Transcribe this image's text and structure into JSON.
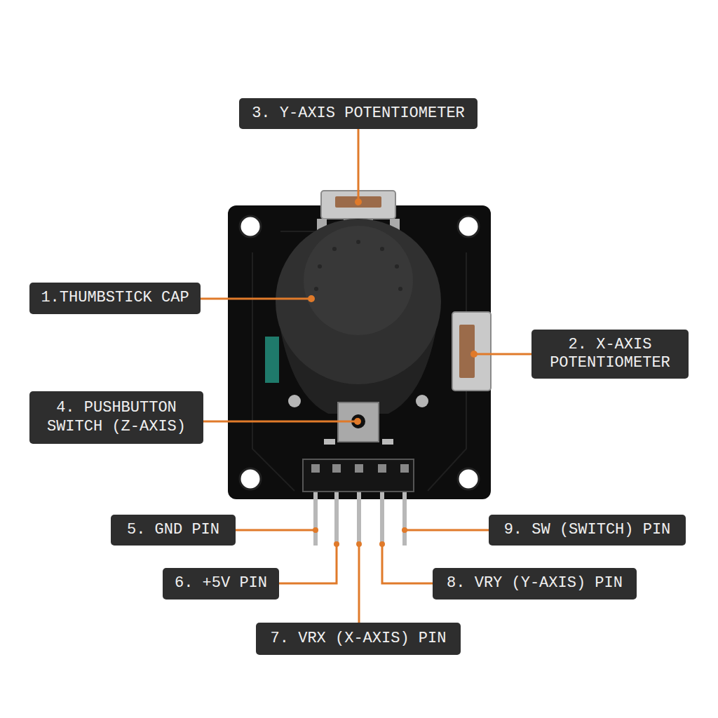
{
  "diagram": {
    "nodes": [
      {
        "text": [
          "3. Y-AXIS POTENTIOMETER"
        ]
      },
      {
        "text": [
          "1.THUMBSTICK CAP"
        ]
      },
      {
        "text": [
          "2. X-AXIS POTENTIOMETER"
        ]
      },
      {
        "text": [
          "4. PUSHBUTTON SWITCH (Z-AXIS)"
        ]
      },
      {
        "text": [
          "5. GND PIN"
        ]
      },
      {
        "text": [
          "9. SW (SWITCH) PIN"
        ]
      },
      {
        "text": [
          "6. +5V PIN"
        ]
      },
      {
        "text": [
          "8. VRY (Y-AXIS) PIN"
        ]
      },
      {
        "text": [
          "7. VRX (X-AXIS) PIN"
        ]
      }
    ]
  }
}
